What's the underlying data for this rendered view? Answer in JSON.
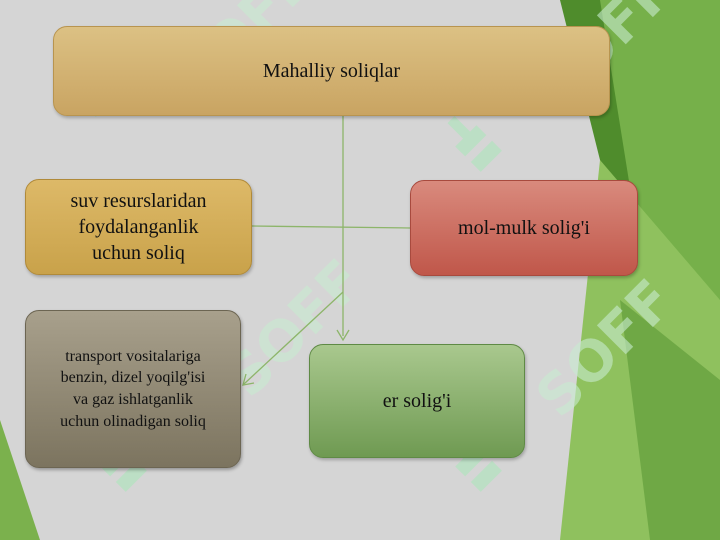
{
  "diagram": {
    "root": "Mahalliy soliqlar",
    "water_tax": [
      "suv resurslaridan",
      "foydalanganlik",
      "uchun soliq"
    ],
    "property_tax": "mol-mulk solig'i",
    "transport_tax": [
      "transport vositalariga",
      "benzin, dizel yoqilg'isi",
      "va gaz ishlatganlik",
      "uchun olinadigan soliq"
    ],
    "land_tax": "er solig'i"
  },
  "colors": {
    "background": "#d5d5d5",
    "accent_green": "#6aa342",
    "root_box": "#d4b373",
    "water_box": "#d3ad58",
    "property_box": "#cc6b5e",
    "transport_box": "#8f8873",
    "land_box": "#8ab06e",
    "connector": "#8db56a"
  },
  "watermark": "SOFF"
}
